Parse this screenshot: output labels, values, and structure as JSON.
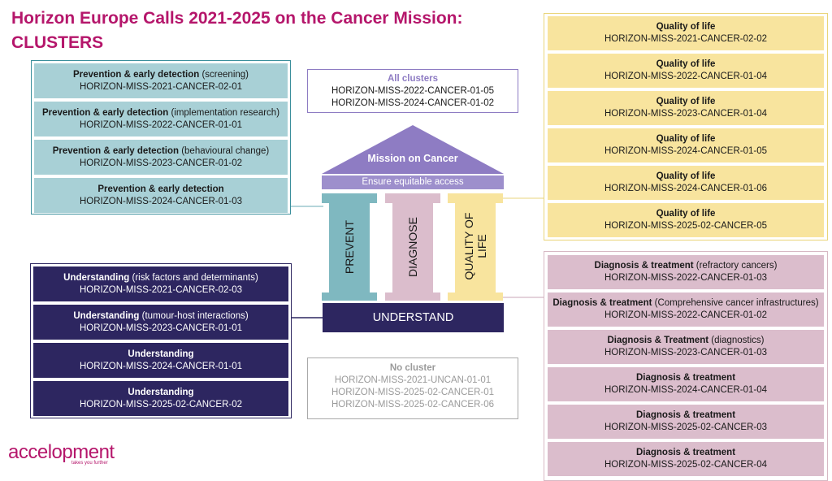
{
  "title": {
    "line1": "Horizon Europe Calls 2021-2025 on the Cancer Mission:",
    "line2": "CLUSTERS"
  },
  "prevention": [
    {
      "bold": "Prevention & early detection",
      "rest": " (screening)",
      "code": "HORIZON-MISS-2021-CANCER-02-01"
    },
    {
      "bold": "Prevention & early detection",
      "rest": " (implementation research)",
      "code": "HORIZON-MISS-2022-CANCER-01-01"
    },
    {
      "bold": "Prevention & early detection",
      "rest": " (behavioural change)",
      "code": "HORIZON-MISS-2023-CANCER-01-02"
    },
    {
      "bold": "Prevention & early detection",
      "rest": "",
      "code": "HORIZON-MISS-2024-CANCER-01-03"
    }
  ],
  "understanding": [
    {
      "bold": "Understanding",
      "rest": " (risk factors and determinants)",
      "code": "HORIZON-MISS-2021-CANCER-02-03"
    },
    {
      "bold": "Understanding",
      "rest": " (tumour-host interactions)",
      "code": "HORIZON-MISS-2023-CANCER-01-01"
    },
    {
      "bold": "Understanding",
      "rest": "",
      "code": "HORIZON-MISS-2024-CANCER-01-01"
    },
    {
      "bold": "Understanding",
      "rest": "",
      "code": "HORIZON-MISS-2025-02-CANCER-02"
    }
  ],
  "quality": [
    {
      "bold": "Quality of life",
      "code": "HORIZON-MISS-2021-CANCER-02-02"
    },
    {
      "bold": "Quality of life",
      "code": "HORIZON-MISS-2022-CANCER-01-04"
    },
    {
      "bold": "Quality of life",
      "code": "HORIZON-MISS-2023-CANCER-01-04"
    },
    {
      "bold": "Quality of life",
      "code": "HORIZON-MISS-2024-CANCER-01-05"
    },
    {
      "bold": "Quality of life",
      "code": "HORIZON-MISS-2024-CANCER-01-06"
    },
    {
      "bold": "Quality of life",
      "code": "HORIZON-MISS-2025-02-CANCER-05"
    }
  ],
  "diagnosis": [
    {
      "bold": "Diagnosis & treatment",
      "rest": " (refractory cancers)",
      "code": "HORIZON-MISS-2022-CANCER-01-03"
    },
    {
      "bold": "Diagnosis & treatment",
      "rest": " (Comprehensive cancer infrastructures)",
      "code": "HORIZON-MISS-2022-CANCER-01-02"
    },
    {
      "bold": "Diagnosis & Treatment",
      "rest": " (diagnostics)",
      "code": "HORIZON-MISS-2023-CANCER-01-03"
    },
    {
      "bold": "Diagnosis & treatment",
      "rest": "",
      "code": "HORIZON-MISS-2024-CANCER-01-04"
    },
    {
      "bold": "Diagnosis & treatment",
      "rest": "",
      "code": "HORIZON-MISS-2025-02-CANCER-03"
    },
    {
      "bold": "Diagnosis & treatment",
      "rest": "",
      "code": "HORIZON-MISS-2025-02-CANCER-04"
    }
  ],
  "all_clusters": {
    "heading": "All clusters",
    "codes": [
      "HORIZON-MISS-2022-CANCER-01-05",
      "HORIZON-MISS-2024-CANCER-01-02"
    ]
  },
  "no_cluster": {
    "heading": "No cluster",
    "codes": [
      "HORIZON-MISS-2021-UNCAN-01-01",
      "HORIZON-MISS-2025-02-CANCER-01",
      "HORIZON-MISS-2025-02-CANCER-06"
    ]
  },
  "temple": {
    "roof": "Mission on Cancer",
    "access": "Ensure equitable access",
    "pillars": [
      "PREVENT",
      "DIAGNOSE",
      "QUALITY OF",
      "LIFE"
    ],
    "base": "UNDERSTAND"
  },
  "logo": {
    "name": "accelopment",
    "tagline": "takes you further"
  },
  "colors": {
    "title": "#b5166b",
    "teal": "#a8d0d6",
    "pillar_prevent": "#7fb8c0",
    "pillar_diagnose": "#dbbdcc",
    "pillar_quality": "#f8e49e",
    "navy": "#2d2660",
    "roof": "#8e7cc3"
  }
}
